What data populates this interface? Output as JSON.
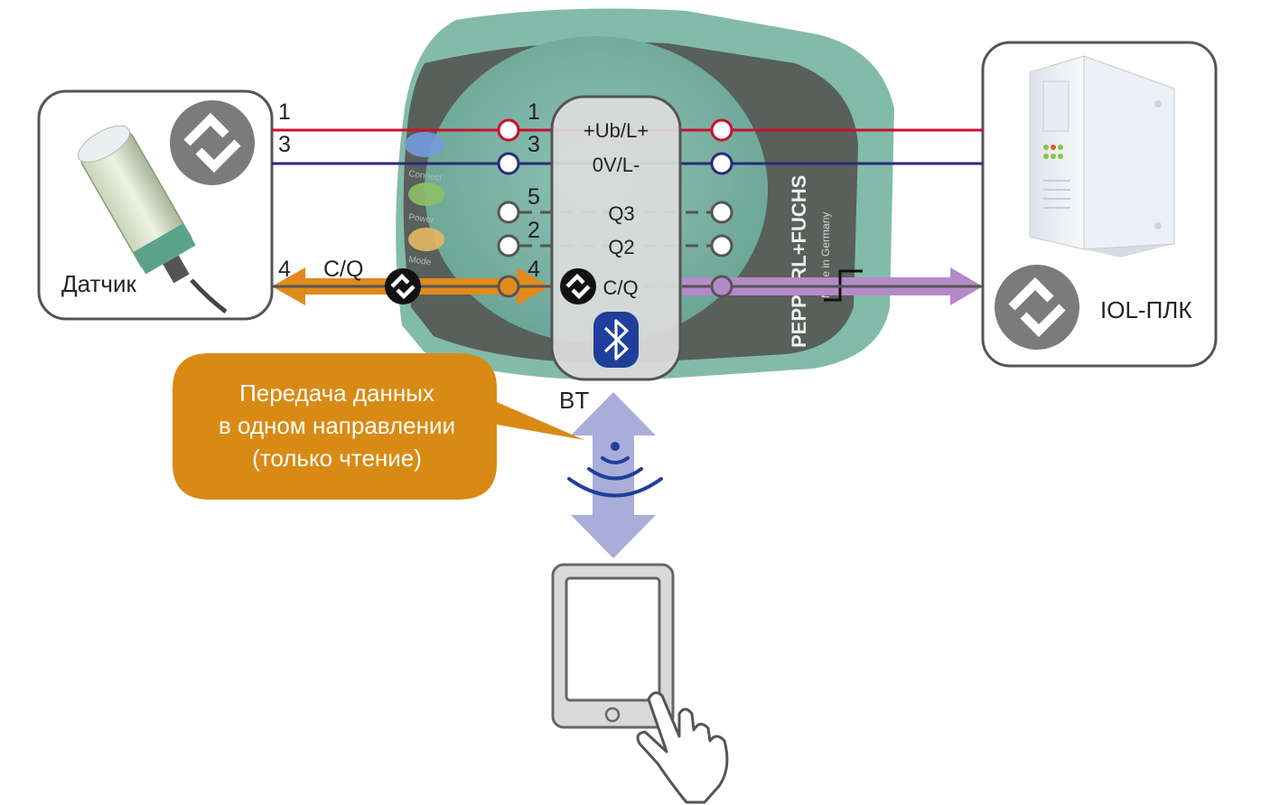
{
  "sensor": {
    "label": "Датчик"
  },
  "plc": {
    "label": "IOL-ПЛК"
  },
  "adapter": {
    "pins": [
      "+Ub/L+",
      "0V/L-",
      "Q3",
      "Q2",
      "C/Q"
    ],
    "bt_label": "BT"
  },
  "device_photo": {
    "brand": "PEPPERL+FUCHS",
    "indicator_labels": [
      "Connect",
      "Power",
      "Mode"
    ],
    "made_in": "Made in Germany"
  },
  "wires": {
    "left_numbers": [
      "1",
      "3",
      "4"
    ],
    "mid_numbers": [
      "1",
      "3",
      "5",
      "2",
      "4"
    ],
    "cq_left": "C/Q"
  },
  "callout": {
    "lines": [
      "Передача данных",
      "в одном направлении",
      "(только чтение)"
    ]
  },
  "colors": {
    "wire_brown": "#c8102e",
    "wire_blue": "#2a2a7a",
    "data_orange": "#e08a1c",
    "data_purple": "#b58ac8",
    "bt_arrow": "#a9add9",
    "callout_fill": "#d98a14",
    "bluetooth_badge": "#1f3f9a",
    "device_green": "#4f9a86",
    "device_dark": "#2a332e"
  },
  "icons": [
    "io-link-icon",
    "bluetooth-icon",
    "tablet-icon",
    "hand-pointer-icon",
    "server-icon",
    "wireless-signal-icon"
  ]
}
